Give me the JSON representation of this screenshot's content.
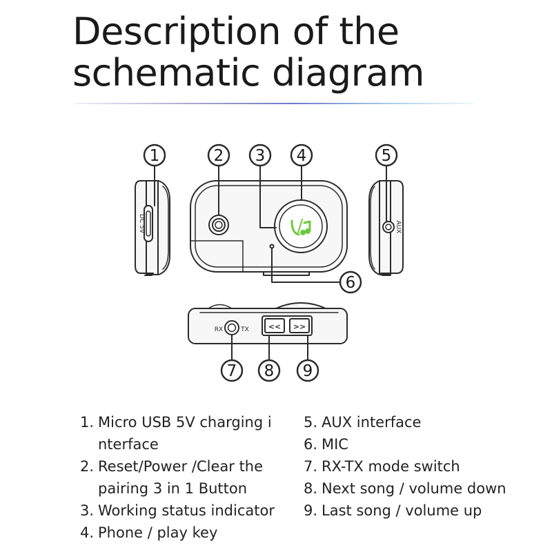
{
  "title": {
    "line1": "Description of the",
    "line2": "schematic diagram"
  },
  "callouts": [
    "1",
    "2",
    "3",
    "4",
    "5",
    "6",
    "7",
    "8",
    "9"
  ],
  "device_labels": {
    "dc": "DC 5V",
    "aux": "AUX",
    "rx": "RX",
    "tx": "TX",
    "prev_symbol": "<<",
    "next_symbol": ">>"
  },
  "colors": {
    "accent_green": "#6cc93e",
    "line": "#2a2a2a",
    "body_fill": "#f7f7f7"
  },
  "icons": {
    "phone_play": "phone-music-icon"
  },
  "legend": [
    {
      "num": "1.",
      "text": "Micro USB 5V charging i nterface"
    },
    {
      "num": "2.",
      "text": "Reset/Power /Clear the pairing  3 in 1  Button"
    },
    {
      "num": "3.",
      "text": "Working status indicator"
    },
    {
      "num": "4.",
      "text": "Phone / play key"
    },
    {
      "num": "5.",
      "text": "AUX interface"
    },
    {
      "num": "6.",
      "text": "MIC"
    },
    {
      "num": "7.",
      "text": "RX-TX mode switch"
    },
    {
      "num": "8.",
      "text": "Next song / volume down"
    },
    {
      "num": "9.",
      "text": "Last song / volume up"
    }
  ]
}
